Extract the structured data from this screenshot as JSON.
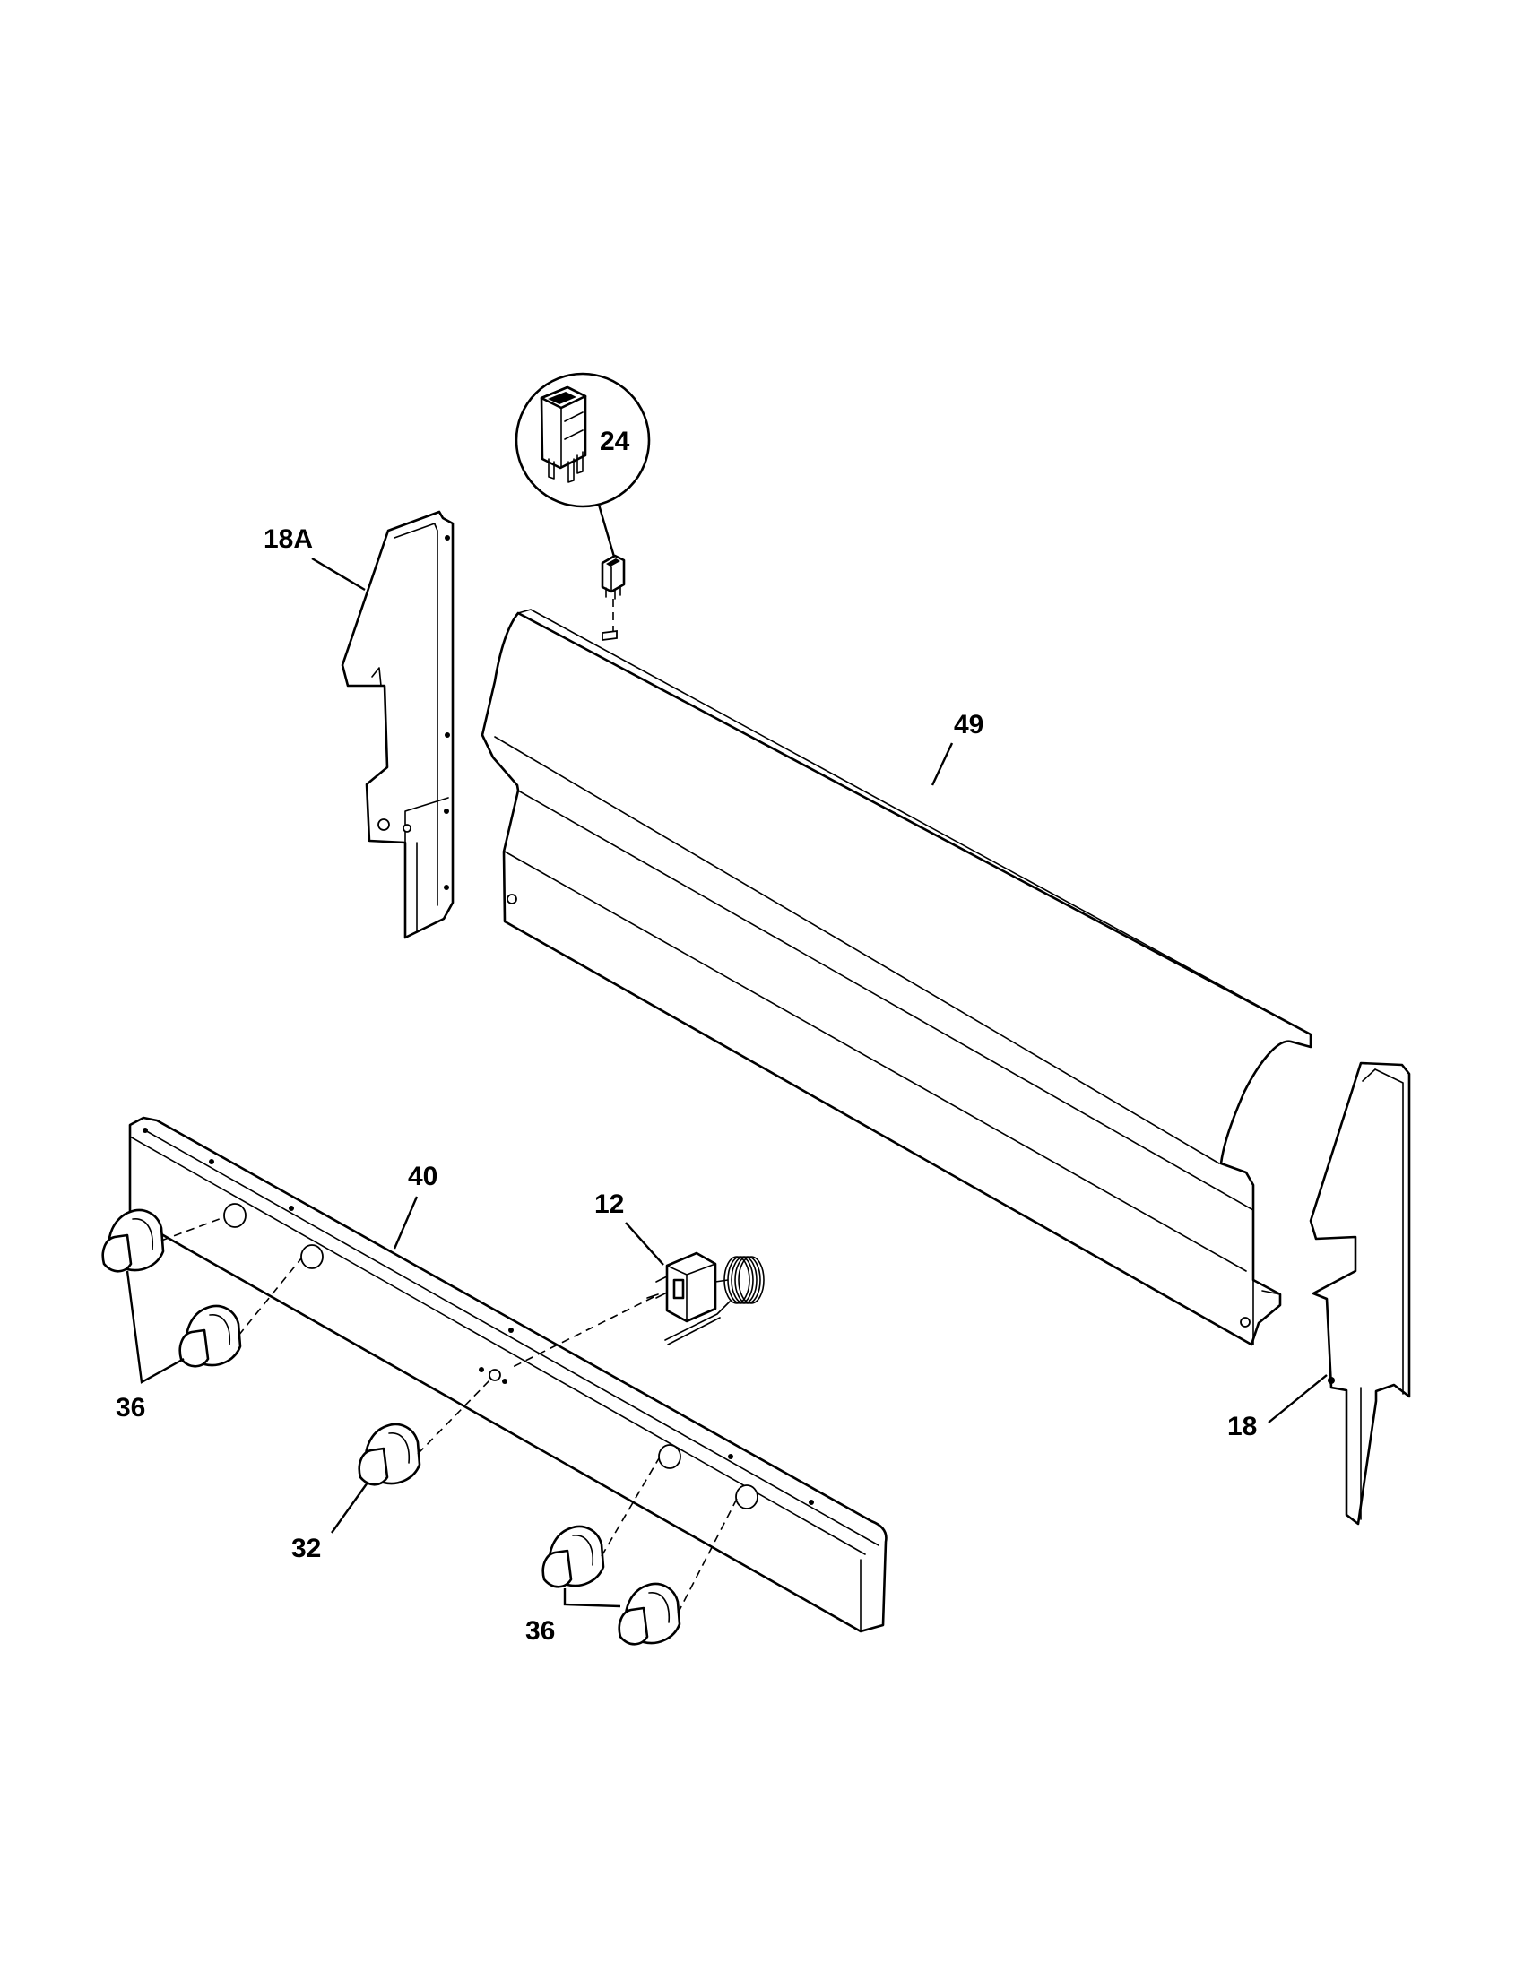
{
  "diagram": {
    "callouts": {
      "c18a": "18A",
      "c24": "24",
      "c49": "49",
      "c40": "40",
      "c12": "12",
      "c36_left": "36",
      "c36_right": "36",
      "c32": "32",
      "c18": "18"
    },
    "colors": {
      "line": "#000000",
      "fill": "#ffffff"
    }
  }
}
